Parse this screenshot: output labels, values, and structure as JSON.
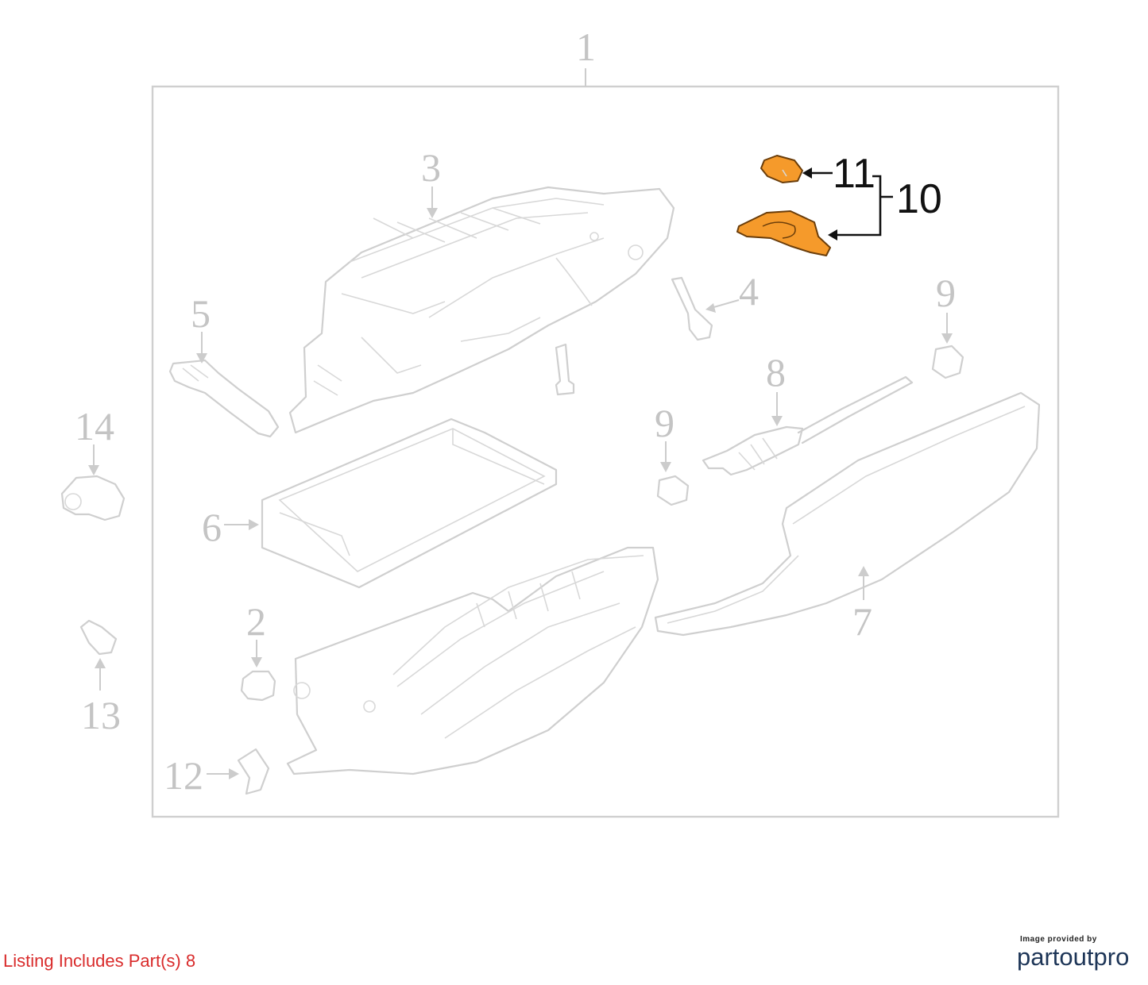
{
  "callouts": {
    "c1": "1",
    "c2": "2",
    "c3": "3",
    "c4": "4",
    "c5": "5",
    "c6": "6",
    "c7": "7",
    "c8": "8",
    "c9a": "9",
    "c9b": "9",
    "c10": "10",
    "c11": "11",
    "c12": "12",
    "c13": "13",
    "c14": "14"
  },
  "footer": {
    "listing_note": "Listing Includes Part(s) 8",
    "credit_small": "Image provided by",
    "credit_brand": "partoutpro"
  },
  "colors": {
    "highlight_fill": "#f59a2b",
    "listing_text": "#d92b2b",
    "brand": "#1d3557",
    "line_gray": "#cfcfcf"
  }
}
